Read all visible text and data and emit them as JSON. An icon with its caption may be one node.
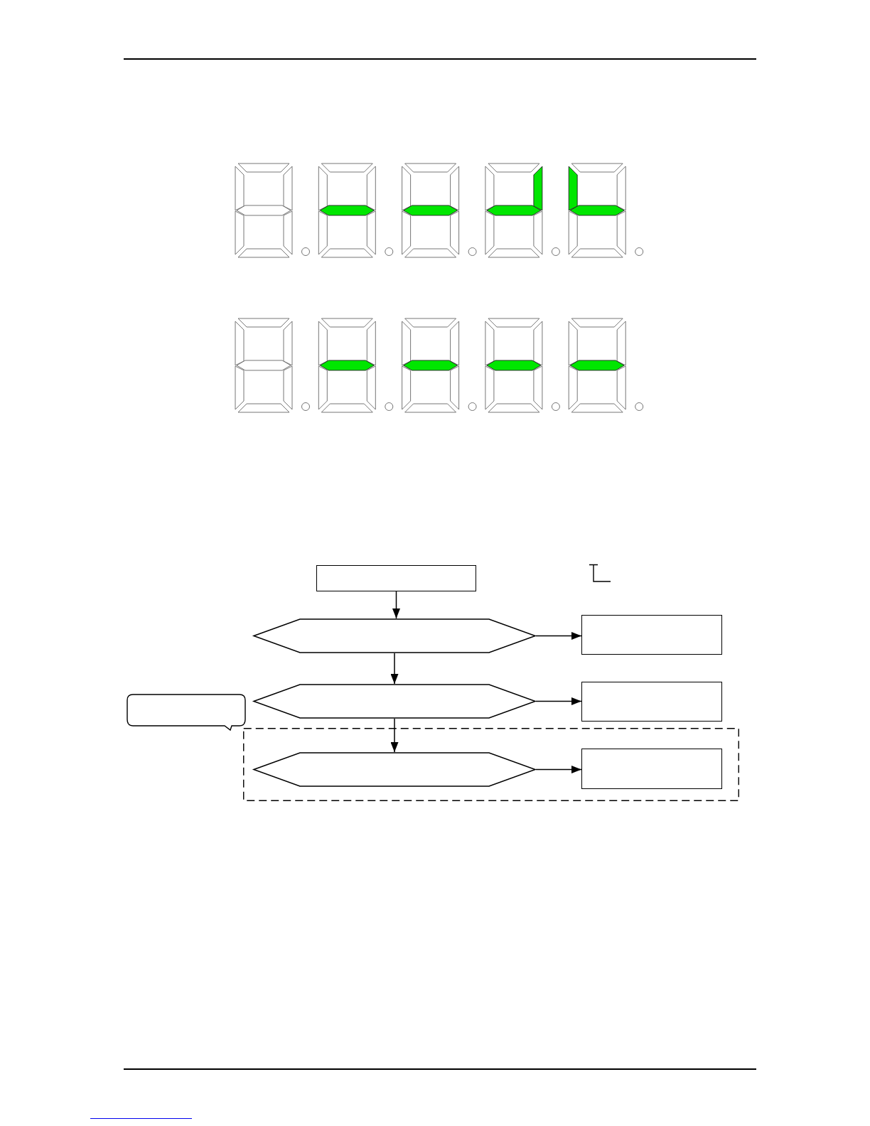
{
  "diagram": {
    "nodes": [
      {
        "text": [],
        "shape": "box"
      },
      {
        "text": [],
        "shape": "hexagon"
      },
      {
        "text": [],
        "shape": "box"
      },
      {
        "text": [],
        "shape": "hexagon"
      },
      {
        "text": [],
        "shape": "box"
      },
      {
        "text": [],
        "shape": "callout"
      },
      {
        "text": [],
        "shape": "box"
      },
      {
        "text": [],
        "shape": "hexagon",
        "in": 6
      },
      {
        "text": [],
        "shape": "box",
        "in": 6
      }
    ],
    "edges": [
      {
        "from": 0,
        "to": 1,
        "arrow": "to"
      },
      {
        "from": 1,
        "to": 2,
        "arrow": "to"
      },
      {
        "from": 1,
        "to": 3,
        "arrow": "to"
      },
      {
        "from": 3,
        "to": 4,
        "arrow": "to"
      },
      {
        "from": 3,
        "to": 7,
        "arrow": "to"
      },
      {
        "from": 7,
        "to": 8,
        "arrow": "to"
      }
    ]
  }
}
